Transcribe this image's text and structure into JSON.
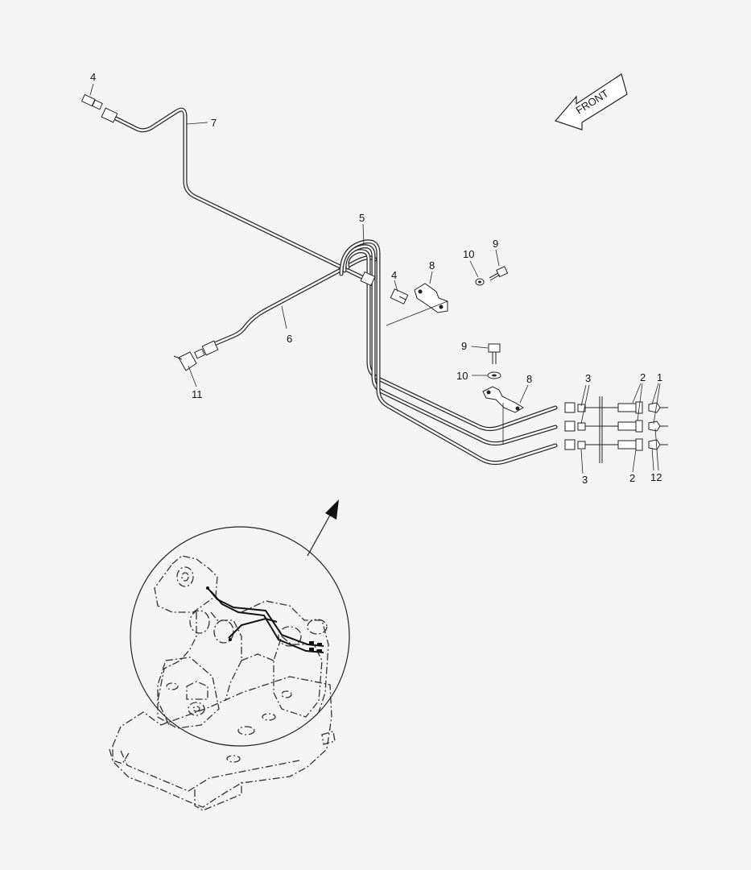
{
  "diagram": {
    "front_label": "FRONT",
    "callouts": [
      {
        "id": "c-4a",
        "text": "4"
      },
      {
        "id": "c-7",
        "text": "7"
      },
      {
        "id": "c-5",
        "text": "5"
      },
      {
        "id": "c-4b",
        "text": "4"
      },
      {
        "id": "c-8a",
        "text": "8"
      },
      {
        "id": "c-10a",
        "text": "10"
      },
      {
        "id": "c-9a",
        "text": "9"
      },
      {
        "id": "c-6",
        "text": "6"
      },
      {
        "id": "c-11",
        "text": "11"
      },
      {
        "id": "c-9b",
        "text": "9"
      },
      {
        "id": "c-10b",
        "text": "10"
      },
      {
        "id": "c-8b",
        "text": "8"
      },
      {
        "id": "c-3a",
        "text": "3"
      },
      {
        "id": "c-2a",
        "text": "2"
      },
      {
        "id": "c-1",
        "text": "1"
      },
      {
        "id": "c-3b",
        "text": "3"
      },
      {
        "id": "c-2b",
        "text": "2"
      },
      {
        "id": "c-12",
        "text": "12"
      }
    ]
  }
}
